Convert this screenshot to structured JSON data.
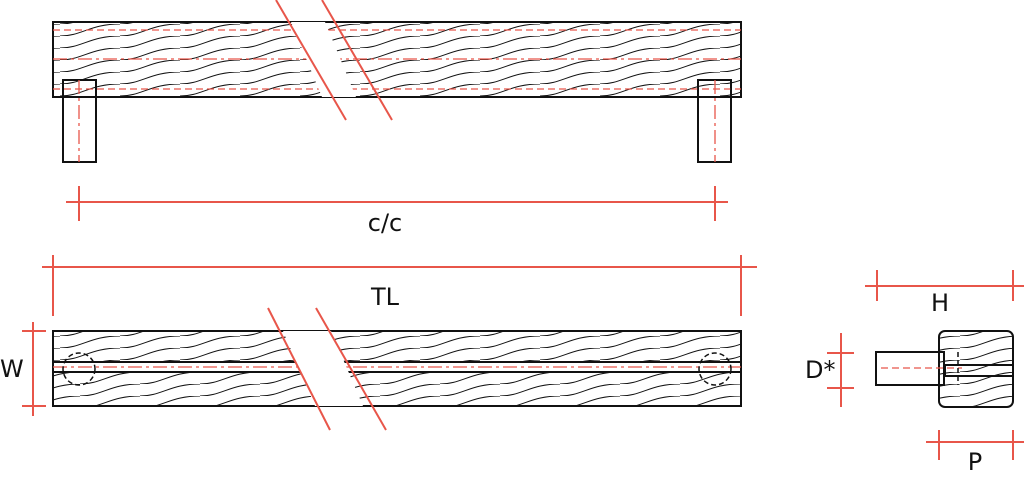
{
  "diagram": {
    "labels": {
      "cc": "c/c",
      "tl": "TL",
      "w": "W",
      "h": "H",
      "d": "D*",
      "p": "P"
    },
    "colors": {
      "dimension": "#e8564a",
      "outline": "#111111"
    }
  }
}
